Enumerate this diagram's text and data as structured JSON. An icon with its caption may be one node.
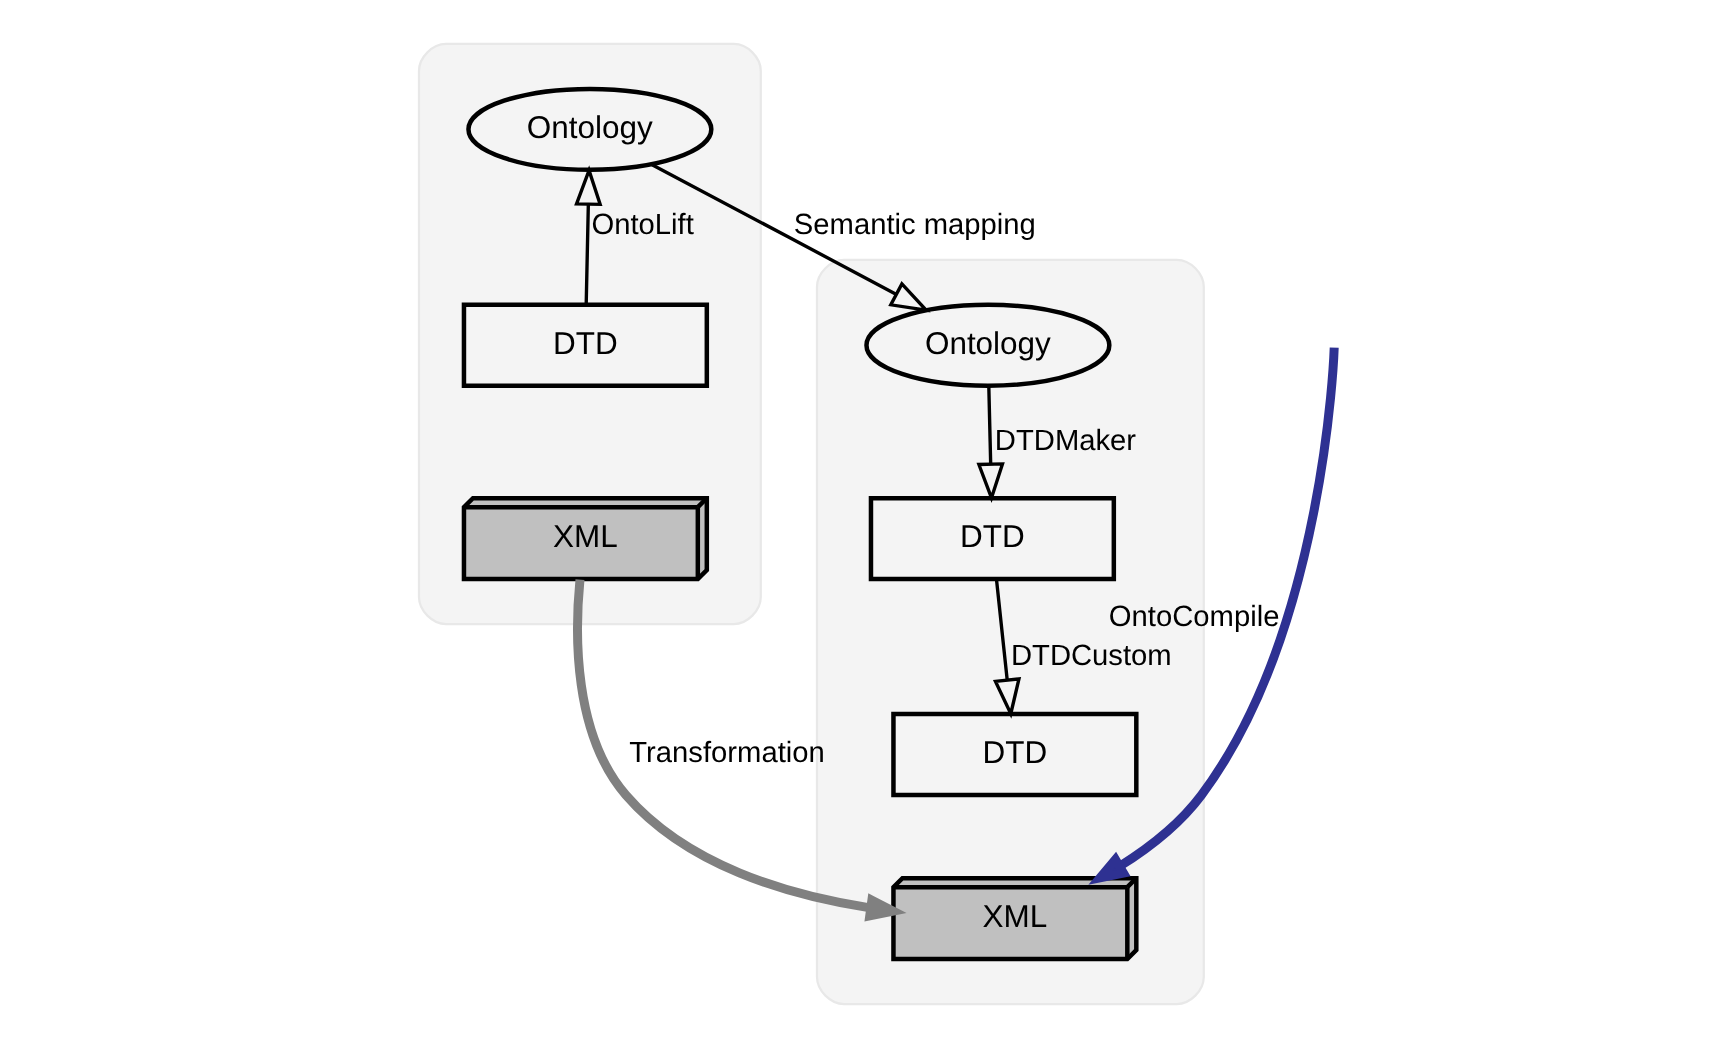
{
  "diagram": {
    "nodes": [
      {
        "text": [],
        "shape": "box"
      },
      {
        "text": [],
        "shape": "box"
      },
      {
        "text": [
          "Ontology"
        ],
        "in": 0
      },
      {
        "text": [
          "DTD"
        ],
        "in": 0
      },
      {
        "text": [
          "XML"
        ],
        "in": 0
      },
      {
        "text": [
          "Ontology"
        ],
        "in": 1
      },
      {
        "text": [
          "DTD"
        ],
        "in": 1
      },
      {
        "text": [
          "DTD"
        ],
        "in": 1
      },
      {
        "text": [
          "XML"
        ],
        "in": 1
      }
    ],
    "edges": [
      {
        "from": 3,
        "to": 2,
        "arrow": "to",
        "label": "OntoLift"
      },
      {
        "from": 2,
        "to": 5,
        "arrow": "to",
        "label": "Semantic mapping"
      },
      {
        "from": 5,
        "to": 6,
        "arrow": "to",
        "label": "DTDMaker"
      },
      {
        "from": 6,
        "to": 7,
        "arrow": "to",
        "label": "DTDCustom"
      },
      {
        "from": null,
        "to": 8,
        "arrow": "to",
        "label": "OntoCompile",
        "style": "thick",
        "color": "#2e3192"
      },
      {
        "from": 4,
        "to": 8,
        "arrow": "to",
        "label": "Transformation",
        "style": "thick",
        "color": "#808080"
      }
    ]
  }
}
